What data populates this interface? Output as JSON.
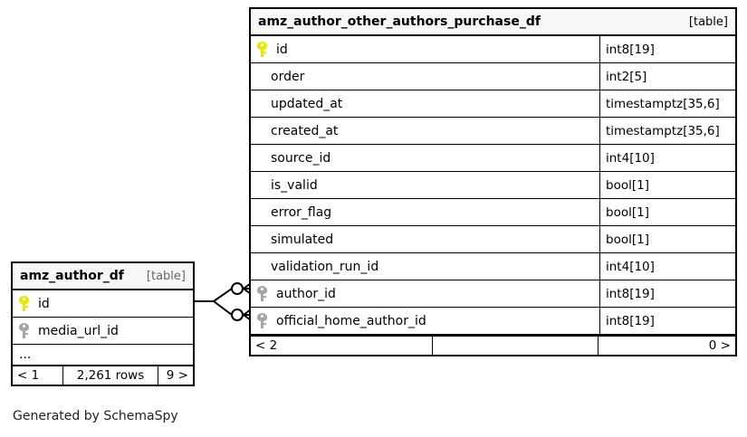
{
  "diagram": {
    "generator_note": "Generated by SchemaSpy",
    "kind_label": "[table]"
  },
  "tables": {
    "main": {
      "name": "amz_author_other_authors_purchase_df",
      "kind": "[table]",
      "columns": [
        {
          "name": "id",
          "type": "int8[19]",
          "key": "primary"
        },
        {
          "name": "order",
          "type": "int2[5]",
          "key": "none"
        },
        {
          "name": "updated_at",
          "type": "timestamptz[35,6]",
          "key": "none"
        },
        {
          "name": "created_at",
          "type": "timestamptz[35,6]",
          "key": "none"
        },
        {
          "name": "source_id",
          "type": "int4[10]",
          "key": "none"
        },
        {
          "name": "is_valid",
          "type": "bool[1]",
          "key": "none"
        },
        {
          "name": "error_flag",
          "type": "bool[1]",
          "key": "none"
        },
        {
          "name": "simulated",
          "type": "bool[1]",
          "key": "none"
        },
        {
          "name": "validation_run_id",
          "type": "int4[10]",
          "key": "none"
        },
        {
          "name": "author_id",
          "type": "int8[19]",
          "key": "foreign"
        },
        {
          "name": "official_home_author_id",
          "type": "int8[19]",
          "key": "foreign"
        }
      ],
      "footer": {
        "left": "< 2",
        "center": "",
        "right": "0 >"
      }
    },
    "related": {
      "name": "amz_author_df",
      "kind": "[table]",
      "columns": [
        {
          "name": "id",
          "key": "primary"
        },
        {
          "name": "media_url_id",
          "key": "foreign"
        }
      ],
      "more_indicator": "...",
      "footer": {
        "left": "< 1",
        "center": "2,261 rows",
        "right": "9 >"
      }
    }
  },
  "colors": {
    "primary_key": "#e8e800",
    "foreign_key": "#a6a6a6",
    "border": "#000000",
    "header_background": "#f7f7f7"
  }
}
